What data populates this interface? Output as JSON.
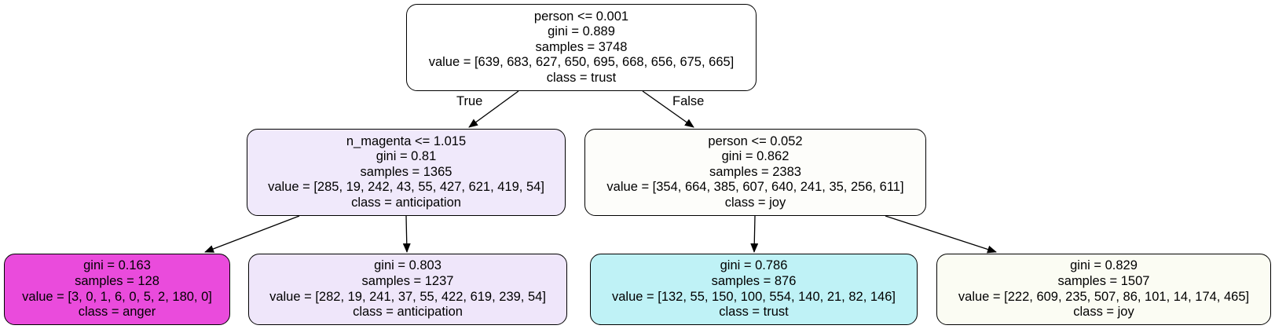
{
  "colors": {
    "root": "#ffffff",
    "anticipation_split": "#f0e9fb",
    "joy_split": "#fdfdfa",
    "anger_leaf": "#ea4bdc",
    "anticipation_leaf": "#efe6fa",
    "trust_leaf": "#bff2f6",
    "joy_leaf": "#fbfcf3",
    "border": "#000000",
    "edge": "#000000"
  },
  "edge_labels": {
    "true": "True",
    "false": "False"
  },
  "nodes": {
    "root": {
      "split": "person <= 0.001",
      "gini": "gini = 0.889",
      "samples": "samples = 3748",
      "value": "value = [639, 683, 627, 650, 695, 668, 656, 675, 665]",
      "class": "class = trust"
    },
    "left": {
      "split": "n_magenta <= 1.015",
      "gini": "gini = 0.81",
      "samples": "samples = 1365",
      "value": "value = [285, 19, 242, 43, 55, 427, 621, 419, 54]",
      "class": "class = anticipation"
    },
    "right": {
      "split": "person <= 0.052",
      "gini": "gini = 0.862",
      "samples": "samples = 2383",
      "value": "value = [354, 664, 385, 607, 640, 241, 35, 256, 611]",
      "class": "class = joy"
    },
    "left_left": {
      "gini": "gini = 0.163",
      "samples": "samples = 128",
      "value": "value = [3, 0, 1, 6, 0, 5, 2, 180, 0]",
      "class": "class = anger"
    },
    "left_right": {
      "gini": "gini = 0.803",
      "samples": "samples = 1237",
      "value": "value = [282, 19, 241, 37, 55, 422, 619, 239, 54]",
      "class": "class = anticipation"
    },
    "right_left": {
      "gini": "gini = 0.786",
      "samples": "samples = 876",
      "value": "value = [132, 55, 150, 100, 554, 140, 21, 82, 146]",
      "class": "class = trust"
    },
    "right_right": {
      "gini": "gini = 0.829",
      "samples": "samples = 1507",
      "value": "value = [222, 609, 235, 507, 86, 101, 14, 174, 465]",
      "class": "class = joy"
    }
  }
}
